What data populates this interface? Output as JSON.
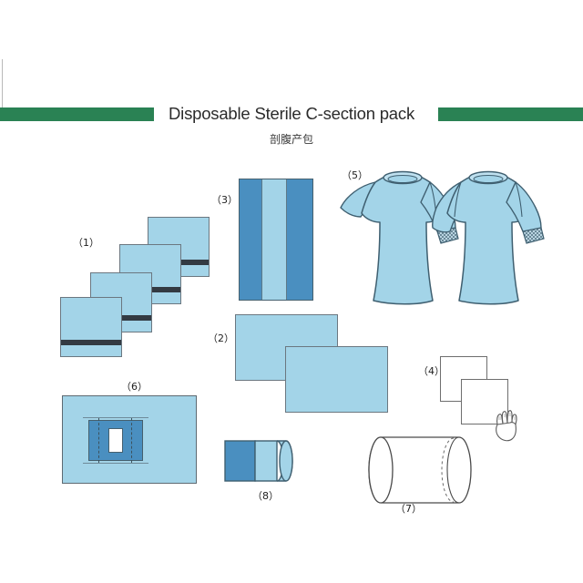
{
  "header": {
    "title": "Disposable Sterile C-section pack",
    "subtitle": "剖腹产包",
    "accent_color": "#2a8254"
  },
  "palette": {
    "light_blue": "#a3d4e8",
    "dark_blue": "#4a8fc0",
    "stripe_dark": "#333a42",
    "outline": "#6b7780",
    "white": "#ffffff",
    "green_bar": "#2a8254"
  },
  "items": [
    {
      "id": 1,
      "label": "（1）",
      "name": "stacked-surgical-drapes",
      "description": "Four overlapping square drapes arranged diagonally, each with a dark adhesive stripe near the bottom",
      "color": "#a3d4e8",
      "count": 4
    },
    {
      "id": 2,
      "label": "（2）",
      "name": "plain-drape-sheets",
      "description": "Two overlapping plain rectangular drape sheets",
      "color": "#a3d4e8",
      "count": 2
    },
    {
      "id": 3,
      "label": "（3）",
      "name": "folded-drape-with-center-band",
      "description": "Vertical folded drape, dark blue panels with light blue center band",
      "color": "#4a8fc0",
      "count": 1
    },
    {
      "id": 4,
      "label": "（4）",
      "name": "glove-packs",
      "description": "Two white square glove packs with a hand illustration",
      "color": "#ffffff",
      "count": 2
    },
    {
      "id": 5,
      "label": "（5）",
      "name": "surgical-gowns",
      "description": "Two light blue reinforced surgical gowns with knit cuffs",
      "color": "#a3d4e8",
      "count": 2
    },
    {
      "id": 6,
      "label": "（6）",
      "name": "fenestrated-c-section-drape",
      "description": "Large drape with dark blue reinforcement and a rectangular fenestration opening",
      "color": "#a3d4e8",
      "count": 1
    },
    {
      "id": 7,
      "label": "（7）",
      "name": "white-roll",
      "description": "Large white rolled fabric cylinder",
      "color": "#ffffff",
      "count": 1
    },
    {
      "id": 8,
      "label": "（8）",
      "name": "blue-roll",
      "description": "Small rolled drape, dark blue and light blue sections",
      "color": "#4a8fc0",
      "count": 1
    }
  ]
}
